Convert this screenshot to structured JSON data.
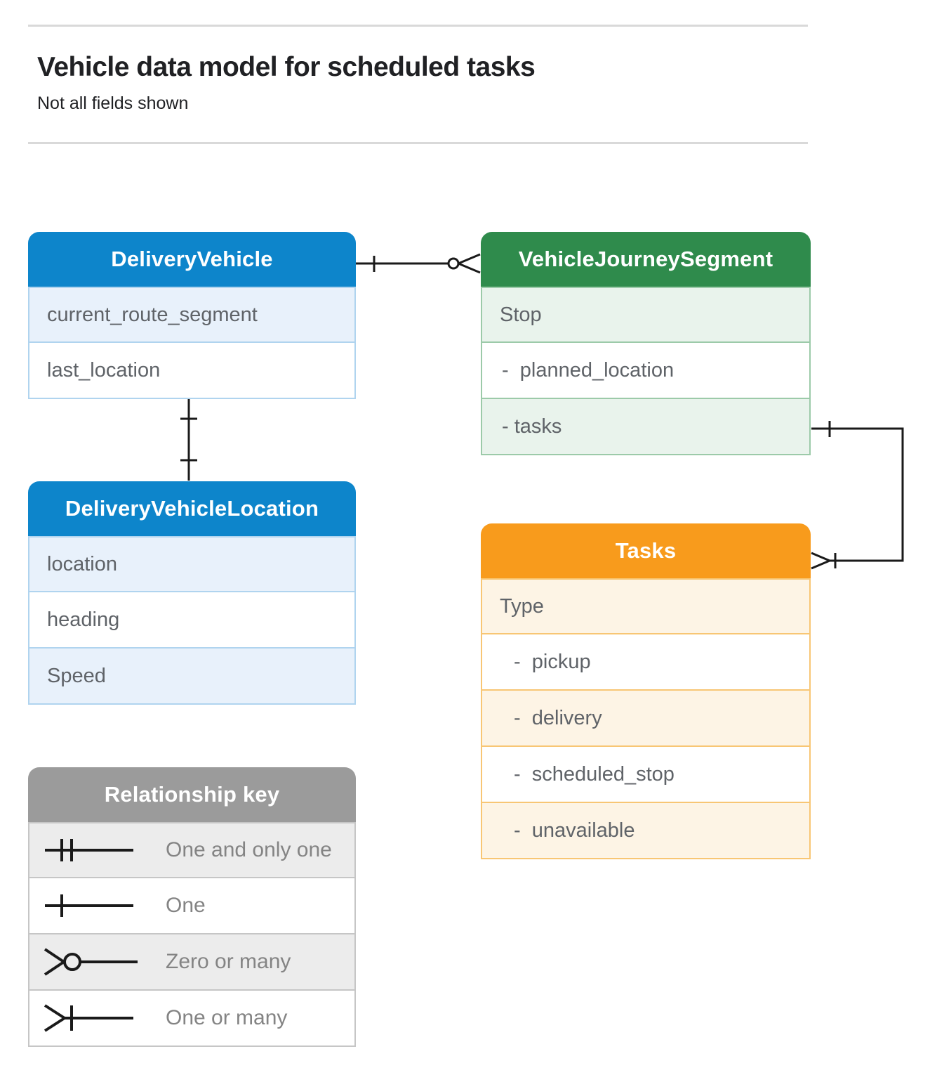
{
  "page": {
    "title": "Vehicle data model for scheduled tasks",
    "subtitle": "Not all fields shown"
  },
  "colors": {
    "blue": {
      "header": "#0d85cb",
      "tint": "#e8f1fb",
      "border": "#b0d4ef"
    },
    "green": {
      "header": "#2f8b4c",
      "tint": "#e9f3ec",
      "border": "#9ccaa9"
    },
    "orange": {
      "header": "#f89b1c",
      "tint": "#fdf4e5",
      "border": "#f8c674"
    },
    "gray": {
      "header": "#9b9b9b",
      "tint": "#ececec",
      "border": "#c6c6c6"
    },
    "connector_line": "#1a1a1a",
    "row_text": "#5f6368",
    "legend_text": "#848484",
    "title_text": "#202124",
    "rule": "#d9d9d9"
  },
  "entities": [
    {
      "id": "delivery-vehicle",
      "title": "DeliveryVehicle",
      "theme": "blue",
      "rows": [
        "current_route_segment",
        "last_location"
      ]
    },
    {
      "id": "vehicle-journey-segment",
      "title": "VehicleJourneySegment",
      "theme": "green",
      "rows": [
        "Stop",
        "-  planned_location",
        "- tasks"
      ]
    },
    {
      "id": "delivery-vehicle-location",
      "title": "DeliveryVehicleLocation",
      "theme": "blue",
      "rows": [
        "location",
        "heading",
        "Speed"
      ]
    },
    {
      "id": "tasks",
      "title": "Tasks",
      "theme": "orange",
      "rows": [
        "Type",
        "-  pickup",
        "-  delivery",
        "-  scheduled_stop",
        "-  unavailable"
      ]
    }
  ],
  "legend": {
    "title": "Relationship key",
    "theme": "gray",
    "items": [
      {
        "symbol": "one-and-only-one",
        "label": "One and only one"
      },
      {
        "symbol": "one",
        "label": "One"
      },
      {
        "symbol": "zero-or-many",
        "label": "Zero or many"
      },
      {
        "symbol": "one-or-many",
        "label": "One or many"
      }
    ]
  },
  "relationships": [
    {
      "from": "DeliveryVehicle",
      "to": "VehicleJourneySegment",
      "from_cardinality": "one",
      "to_cardinality": "zero-or-many"
    },
    {
      "from": "DeliveryVehicle",
      "to": "DeliveryVehicleLocation",
      "from_cardinality": "one",
      "to_cardinality": "one"
    },
    {
      "from": "VehicleJourneySegment.tasks",
      "to": "Tasks",
      "from_cardinality": "one",
      "to_cardinality": "one-or-many"
    }
  ]
}
